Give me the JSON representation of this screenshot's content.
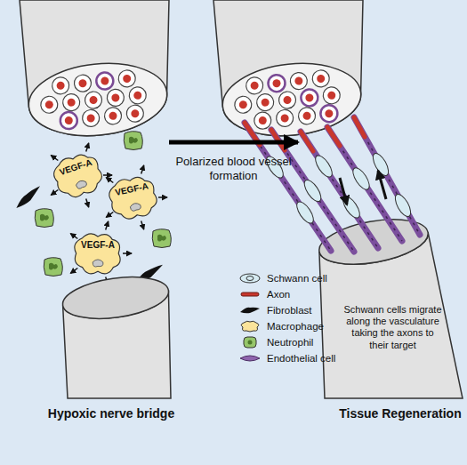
{
  "diagram": {
    "nodes": [
      {
        "text": [
          "Hypoxic nerve bridge"
        ]
      },
      {
        "text": [
          "VEGF-A"
        ],
        "in": 0
      },
      {
        "text": [
          "VEGF-A"
        ],
        "in": 0
      },
      {
        "text": [
          "VEGF-A"
        ],
        "in": 0
      },
      {
        "text": [
          "Tissue Regeneration"
        ]
      },
      {
        "text": [
          "Schwann cells migrate along the vasculature taking the axons to their target"
        ],
        "in": 4
      }
    ],
    "edges": [
      {
        "from": 0,
        "to": 4,
        "arrow": "to",
        "label": "Polarized blood vessel formation"
      }
    ],
    "legend": [
      {
        "text": "Schwann cell"
      },
      {
        "text": "Axon"
      },
      {
        "text": "Fibroblast"
      },
      {
        "text": "Macrophage"
      },
      {
        "text": "Neutrophil"
      },
      {
        "text": "Endothelial cell"
      }
    ]
  }
}
